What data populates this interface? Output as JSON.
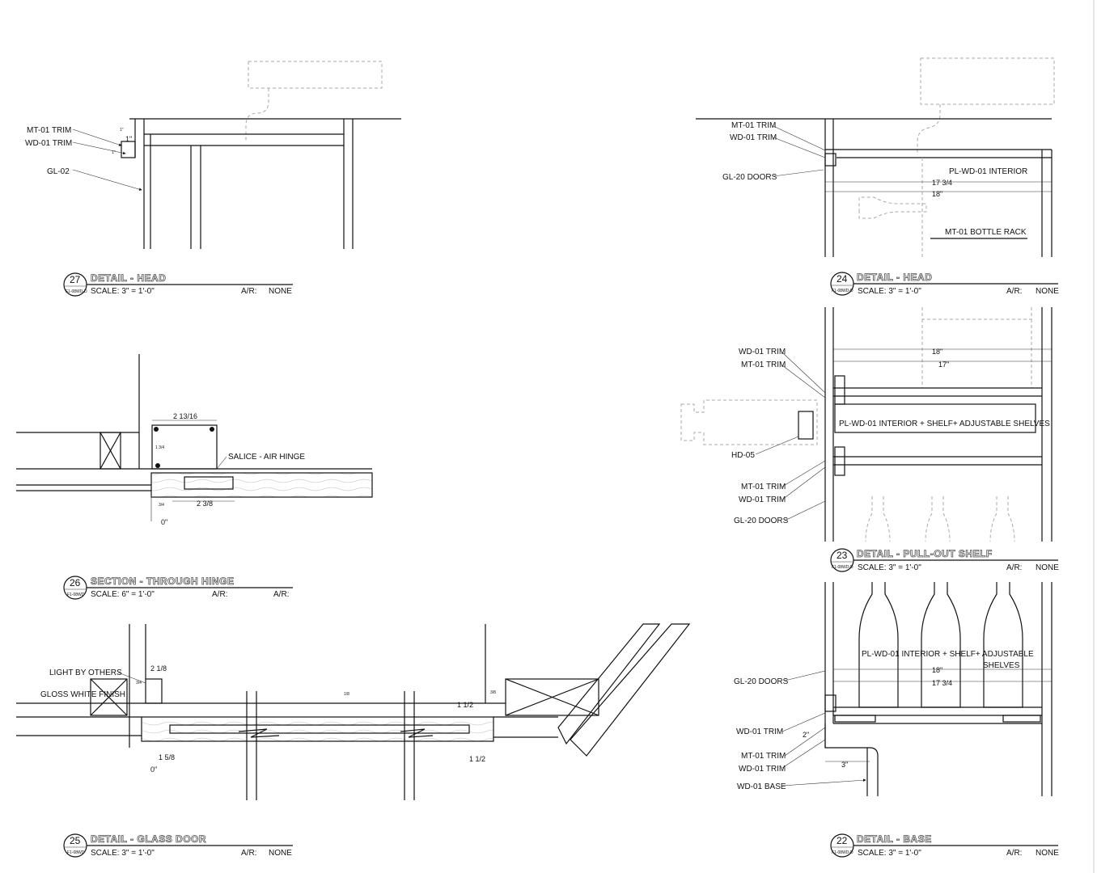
{
  "details": {
    "d27": {
      "number": "27",
      "sheet": "F1-08WD-D",
      "title": "DETAIL - HEAD",
      "scale": "SCALE: 3\" = 1'-0\"",
      "ar_label": "A/R:",
      "ar_value": "NONE",
      "labels": {
        "mt01": "MT-01 TRIM",
        "wd01": "WD-01 TRIM",
        "gl02": "GL-02"
      },
      "dims": {
        "a": "1\"",
        "b": "1\"",
        "c": "1\""
      }
    },
    "d26": {
      "number": "26",
      "sheet": "F1-08WD",
      "title": "SECTION - THROUGH HINGE",
      "scale": "SCALE: 6\" = 1'-0\"",
      "ar_label": "A/R:",
      "ar_value": "A/R:",
      "labels": {
        "hinge": "SALICE - AIR HINGE"
      },
      "dims": {
        "top": "2 13/16",
        "side": "1 3/4",
        "bottom": "2 3/8",
        "left": "3/4",
        "zero": "0\""
      }
    },
    "d25": {
      "number": "25",
      "sheet": "F1-08WD",
      "title": "DETAIL - GLASS DOOR",
      "scale": "SCALE: 3\" = 1'-0\"",
      "ar_label": "A/R:",
      "ar_value": "NONE",
      "labels": {
        "light": "LIGHT BY OTHERS",
        "gloss": "GLOSS WHITE FINISH"
      },
      "dims": {
        "a": "2 1/8",
        "b": "3/4",
        "c": "1 5/8",
        "d": "0\"",
        "e": "1 1/2",
        "f": "3/8",
        "g": "1 1/2",
        "h": "1/8"
      }
    },
    "d24": {
      "number": "24",
      "sheet": "F1-08WD-D",
      "title": "DETAIL - HEAD",
      "scale": "SCALE: 3\" = 1'-0\"",
      "ar_label": "A/R:",
      "ar_value": "NONE",
      "labels": {
        "mt01": "MT-01 TRIM",
        "wd01": "WD-01 TRIM",
        "gl20": "GL-20 DOORS",
        "interior": "PL-WD-01 INTERIOR",
        "rack": "MT-01 BOTTLE RACK"
      },
      "dims": {
        "a": "17 3/4",
        "b": "18\""
      }
    },
    "d23": {
      "number": "23",
      "sheet": "F1-08WD-D",
      "title": "DETAIL - PULL-OUT SHELF",
      "scale": "SCALE: 3\" = 1'-0\"",
      "ar_label": "A/R:",
      "ar_value": "NONE",
      "labels": {
        "wd01a": "WD-01 TRIM",
        "mt01a": "MT-01 TRIM",
        "hd05": "HD-05",
        "mt01b": "MT-01 TRIM",
        "wd01b": "WD-01 TRIM",
        "gl20": "GL-20 DOORS",
        "shelf": "PL-WD-01 INTERIOR + SHELF+ ADJUSTABLE SHELVES"
      },
      "dims": {
        "a": "18\"",
        "b": "17\""
      }
    },
    "d22": {
      "number": "22",
      "sheet": "F1-08WD-D",
      "title": "DETAIL - BASE",
      "scale": "SCALE: 3\" = 1'-0\"",
      "ar_label": "A/R:",
      "ar_value": "NONE",
      "labels": {
        "gl20": "GL-20 DOORS",
        "wd01a": "WD-01 TRIM",
        "mt01": "MT-01 TRIM",
        "wd01b": "WD-01 TRIM",
        "base": "WD-01 BASE",
        "shelf1": "PL-WD-01 INTERIOR + SHELF+ ADJUSTABLE",
        "shelf2": "SHELVES"
      },
      "dims": {
        "a": "18\"",
        "b": "17 3/4",
        "c": "3\"",
        "d": "2\""
      }
    }
  }
}
